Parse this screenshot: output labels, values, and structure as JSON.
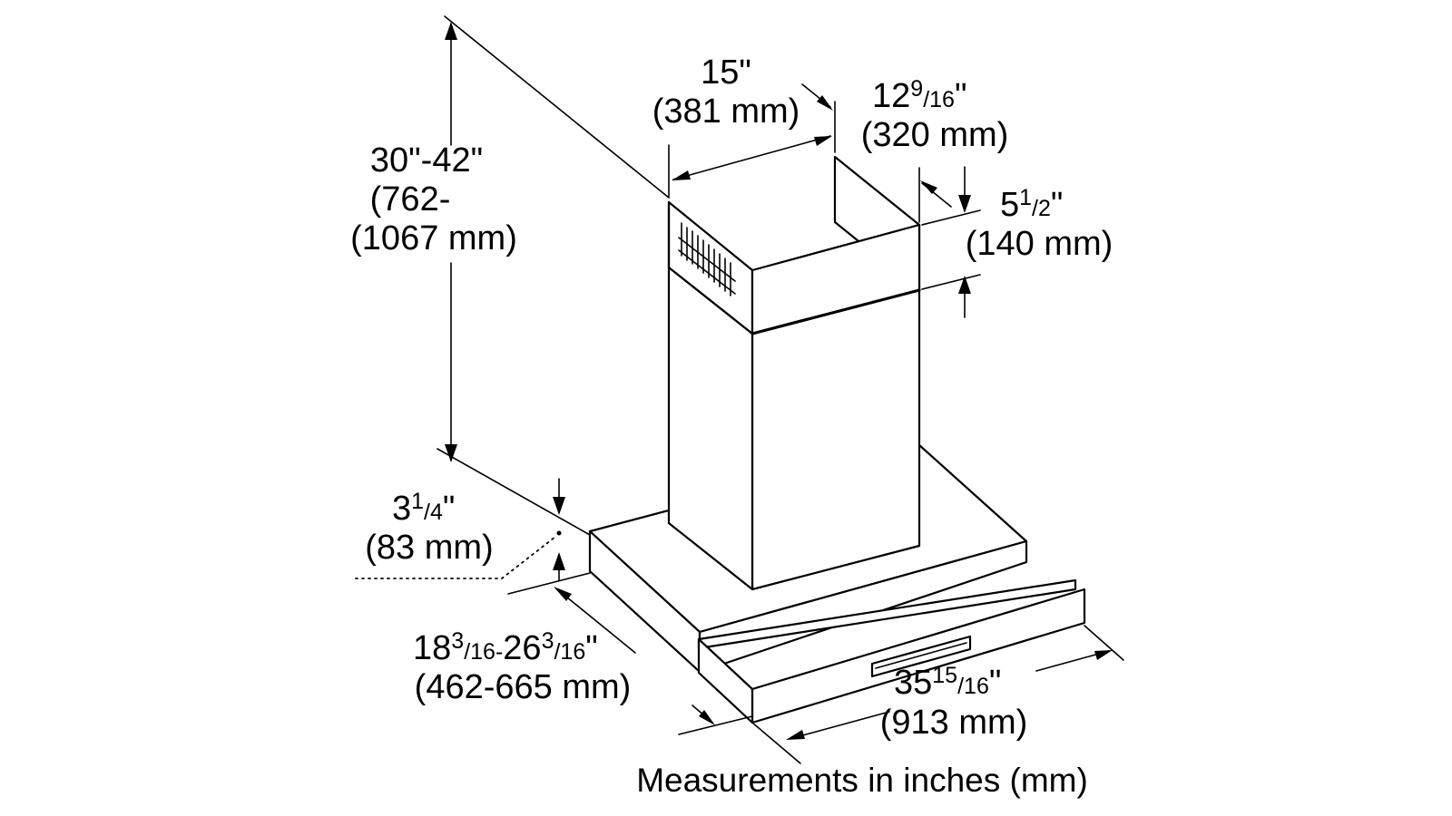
{
  "caption": "Measurements in inches (mm)",
  "dimensions": {
    "height": {
      "imperial": "30\"-42\"",
      "metric_line1": "(762-",
      "metric_line2": "(1067 mm)"
    },
    "chimney_width": {
      "imperial": "15\"",
      "metric": "(381 mm)"
    },
    "chimney_depth": {
      "whole": "12",
      "numerator": "9",
      "denominator": "16",
      "inch_mark": "\"",
      "metric": "(320 mm)"
    },
    "filter_height": {
      "whole": "5",
      "numerator": "1",
      "denominator": "2",
      "inch_mark": "\"",
      "metric": "(140 mm)"
    },
    "canopy_height": {
      "whole": "3",
      "numerator": "1",
      "denominator": "4",
      "inch_mark": "\"",
      "metric": "(83 mm)"
    },
    "canopy_depth": {
      "whole_a": "18",
      "num_a": "3",
      "den_a": "16",
      "dash": "-",
      "whole_b": "26",
      "num_b": "3",
      "den_b": "16",
      "inch_mark": "\"",
      "metric": "(462-665 mm)"
    },
    "canopy_width": {
      "whole": "35",
      "numerator": "15",
      "denominator": "16",
      "inch_mark": "\"",
      "metric": "(913 mm)"
    }
  },
  "colors": {
    "line": "#000000",
    "background": "#ffffff"
  }
}
